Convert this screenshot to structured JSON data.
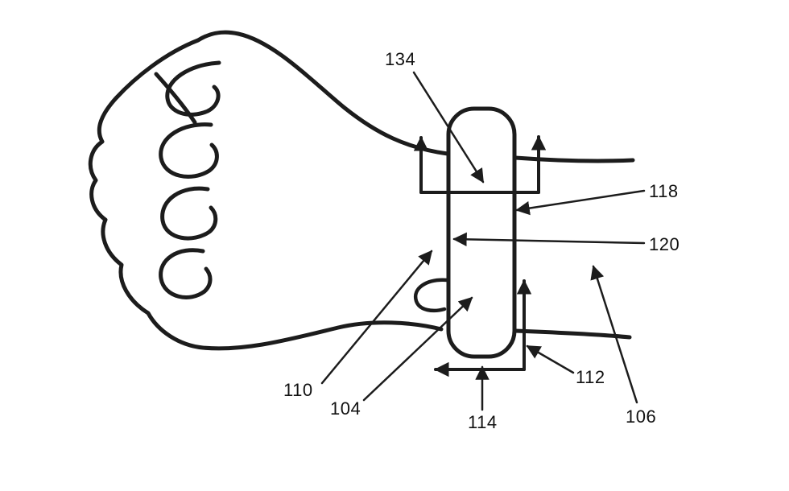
{
  "figure": {
    "type": "patent-line-drawing",
    "description": "Fist and wrist wearing a wrist-worn band device with reference numerals",
    "background_color": "#ffffff",
    "line_color": "#1c1c1c",
    "labels": {
      "l134": "134",
      "l118": "118",
      "l120": "120",
      "l110": "110",
      "l104": "104",
      "l114": "114",
      "l112": "112",
      "l106": "106"
    }
  }
}
